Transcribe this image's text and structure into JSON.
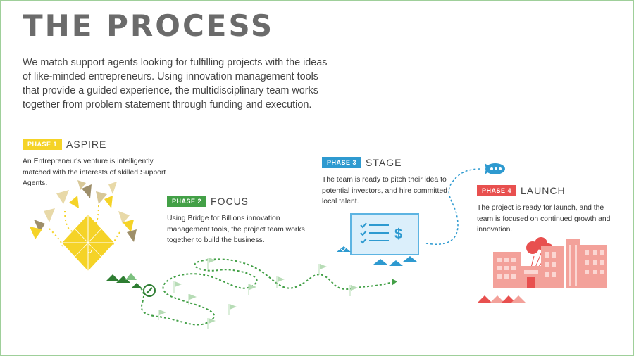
{
  "title": "THE PROCESS",
  "intro": "We match support agents looking for fulfilling projects with the ideas of like-minded entrepreneurs. Using innovation management tools that provide a guided experience, the multidisciplinary team works together from problem statement through funding and execution.",
  "phases": [
    {
      "badge": "PHASE 1",
      "name": "ASPIRE",
      "description": "An Entrepreneur's venture is intelligently matched with the interests of skilled Support Agents.",
      "color": "#f5d327",
      "icon": "origami-diamond-icon"
    },
    {
      "badge": "PHASE 2",
      "name": "FOCUS",
      "description": "Using Bridge for Billions innovation management tools, the project team works together to build the business.",
      "color": "#43a047",
      "icon": "winding-flag-path-icon"
    },
    {
      "badge": "PHASE 3",
      "name": "STAGE",
      "description": "The team is ready to pitch their idea to potential investors, and hire committed local talent.",
      "color": "#2e9ad0",
      "icon": "pitch-board-icon"
    },
    {
      "badge": "PHASE 4",
      "name": "LAUNCH",
      "description": "The project is ready for launch, and the team is focused on continued growth and innovation.",
      "color": "#e8504f",
      "icon": "city-balloons-icon"
    }
  ],
  "board_symbol": "$"
}
